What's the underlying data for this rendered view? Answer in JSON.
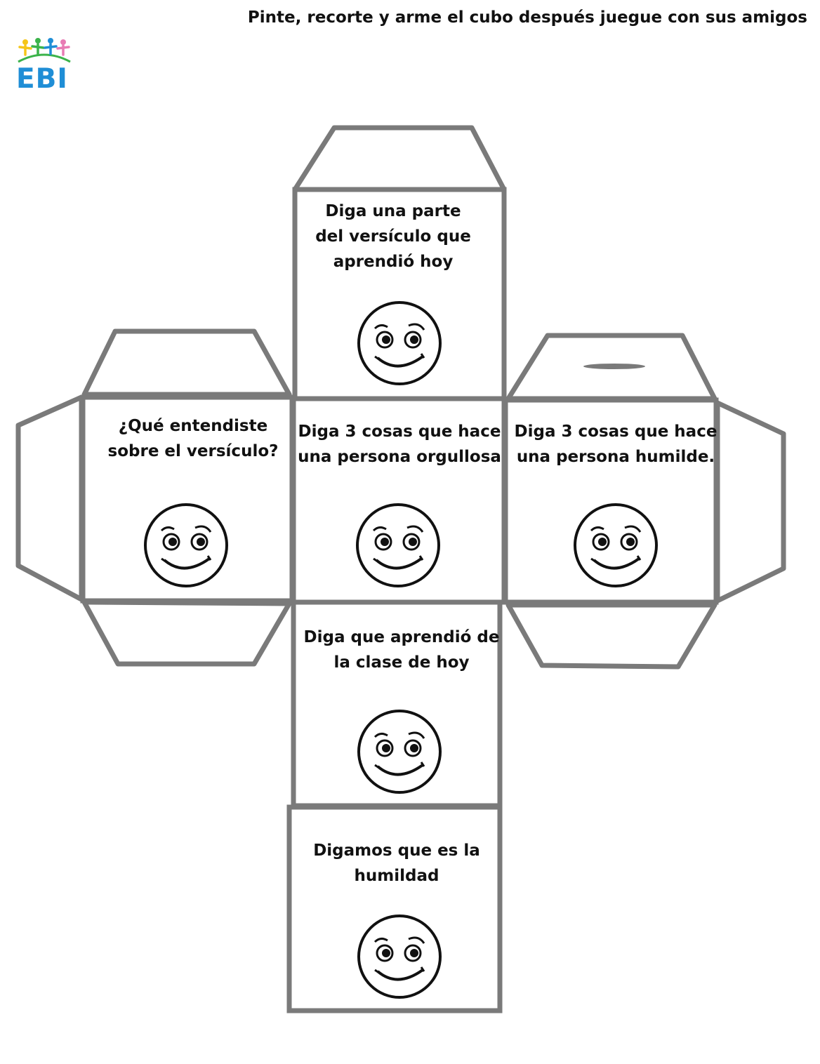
{
  "header": {
    "instruction": "Pinte, recorte y arme el cubo  después juegue con sus amigos"
  },
  "logo": {
    "text": "EBI",
    "figure_colors": [
      "#f5c518",
      "#3bb34a",
      "#1f8ed6",
      "#e87bb4"
    ],
    "text_color": "#1f8ed6",
    "arc_color": "#3bb34a"
  },
  "faces": [
    {
      "id": "top",
      "text": "Diga una parte del versículo que aprendió hoy"
    },
    {
      "id": "left",
      "text": "¿Qué entendiste sobre el versículo?"
    },
    {
      "id": "center",
      "text": "Diga 3 cosas que hace una persona orgullosa"
    },
    {
      "id": "right",
      "text": "Diga 3 cosas que hace una persona humilde."
    },
    {
      "id": "lower",
      "text": "Diga que aprendió de la clase de hoy"
    },
    {
      "id": "bottom",
      "text": "Digamos que es la humildad"
    }
  ],
  "icons": {
    "face_icon": "smiley-face-icon"
  },
  "colors": {
    "outline": "#7a7a7a",
    "text": "#111111"
  }
}
